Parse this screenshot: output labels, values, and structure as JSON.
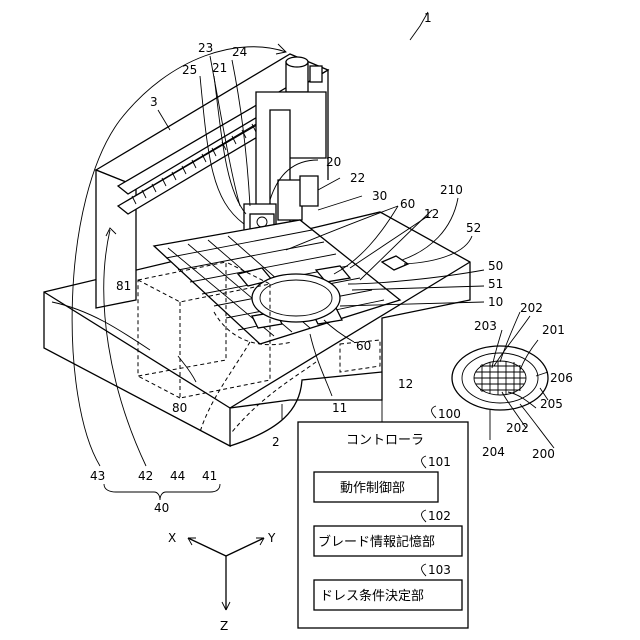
{
  "figure_ref": "1",
  "parts": {
    "apparatus_base": "2",
    "column": "3",
    "cutting_unit": "20",
    "spindle": "21",
    "unit_22": "22",
    "blade": "23",
    "mount": "24",
    "cover": "25",
    "moving_unit": "30",
    "chuck_table": "10",
    "clamps": "11",
    "clamp_label_12_upper": "12",
    "clamp_label_12_lower": "12",
    "moving_mechanism": "40",
    "mechanism_41": "41",
    "mechanism_42": "42",
    "mechanism_43": "43",
    "mechanism_44": "44",
    "table_50": "50",
    "table_51": "51",
    "board_52": "52",
    "unit_60_upper": "60",
    "unit_60_lower": "60",
    "cleaning_unit": "80",
    "cleaning_81": "81",
    "workpiece_holder": "210",
    "workpiece_unit": "200",
    "workpiece": "201",
    "chip_202_a": "202",
    "chip_202_b": "202",
    "chip_203": "203",
    "chip_204": "204",
    "frame": "205",
    "tape": "206"
  },
  "axes": {
    "x": "X",
    "y": "Y",
    "z": "Z"
  },
  "controller": {
    "ref": "100",
    "title": "コントローラ",
    "blocks": [
      {
        "ref": "101",
        "label": "動作制御部"
      },
      {
        "ref": "102",
        "label": "ブレード情報記憶部"
      },
      {
        "ref": "103",
        "label": "ドレス条件決定部"
      }
    ]
  }
}
